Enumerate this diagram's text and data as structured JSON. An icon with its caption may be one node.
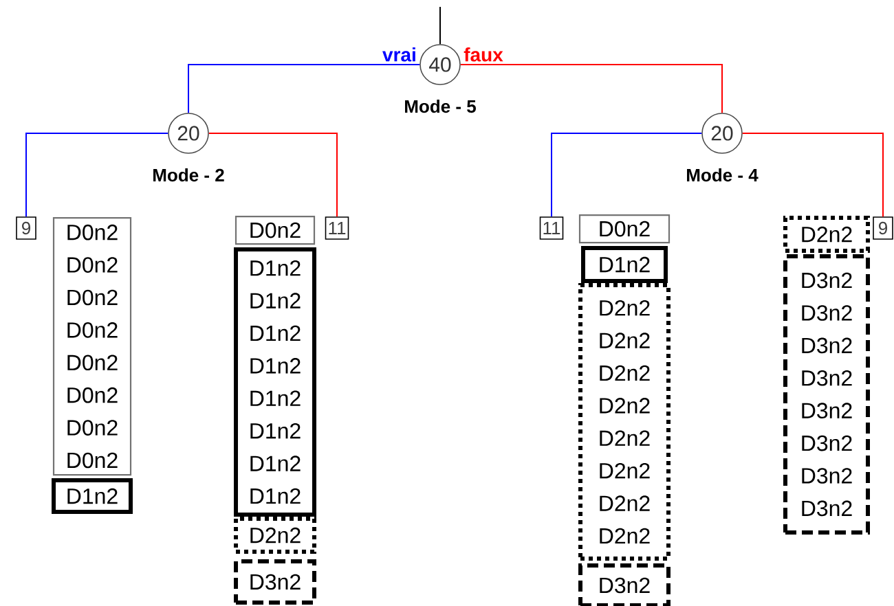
{
  "diagram": {
    "nodes": [
      {
        "text": [
          "40"
        ],
        "beside": [
          "Mode - 5"
        ]
      },
      {
        "text": [
          "20"
        ],
        "beside": [
          "Mode - 2"
        ]
      },
      {
        "text": [
          "20"
        ],
        "beside": [
          "Mode - 4"
        ]
      },
      {
        "text": [
          "9"
        ]
      },
      {
        "text": [
          "11"
        ]
      },
      {
        "text": [
          "11"
        ]
      },
      {
        "text": [
          "9"
        ]
      },
      {
        "text": [
          "D0n2",
          "D0n2",
          "D0n2",
          "D0n2",
          "D0n2",
          "D0n2",
          "D0n2",
          "D0n2"
        ]
      },
      {
        "text": [
          "D1n2"
        ]
      },
      {
        "text": [
          "D0n2"
        ]
      },
      {
        "text": [
          "D1n2",
          "D1n2",
          "D1n2",
          "D1n2",
          "D1n2",
          "D1n2",
          "D1n2",
          "D1n2"
        ]
      },
      {
        "text": [
          "D2n2"
        ]
      },
      {
        "text": [
          "D3n2"
        ]
      },
      {
        "text": [
          "D0n2"
        ]
      },
      {
        "text": [
          "D1n2"
        ]
      },
      {
        "text": [
          "D2n2",
          "D2n2",
          "D2n2",
          "D2n2",
          "D2n2",
          "D2n2",
          "D2n2",
          "D2n2"
        ]
      },
      {
        "text": [
          "D3n2"
        ]
      },
      {
        "text": [
          "D2n2"
        ]
      },
      {
        "text": [
          "D3n2",
          "D3n2",
          "D3n2",
          "D3n2",
          "D3n2",
          "D3n2",
          "D3n2",
          "D3n2"
        ]
      }
    ],
    "edges": [
      {
        "from": null,
        "to": 0,
        "arrow": "none",
        "color": "#000000"
      },
      {
        "from": 0,
        "to": 1,
        "arrow": "none",
        "label": "vrai",
        "color": "#0000ff"
      },
      {
        "from": 0,
        "to": 2,
        "arrow": "none",
        "label": "faux",
        "color": "#ff0000"
      },
      {
        "from": 1,
        "to": 3,
        "arrow": "none",
        "color": "#0000ff"
      },
      {
        "from": 1,
        "to": 4,
        "arrow": "none",
        "color": "#ff0000"
      },
      {
        "from": 2,
        "to": 5,
        "arrow": "none",
        "color": "#0000ff"
      },
      {
        "from": 2,
        "to": 6,
        "arrow": "none",
        "color": "#ff0000"
      }
    ]
  }
}
